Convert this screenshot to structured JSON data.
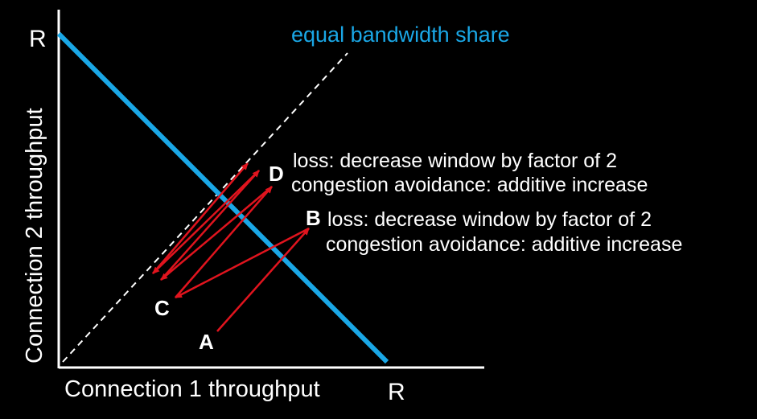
{
  "axes": {
    "x_label": "Connection 1 throughput",
    "y_label": "Connection 2 throughput",
    "x_max_label": "R",
    "y_max_label": "R"
  },
  "equal_share_label": "equal bandwidth share",
  "points": {
    "A": "A",
    "B": "B",
    "C": "C",
    "D": "D"
  },
  "annotations": {
    "d_loss": "loss: decrease window by factor of 2",
    "d_ca": "congestion avoidance: additive increase",
    "b_loss": "loss: decrease window by factor of 2",
    "b_ca": "congestion avoidance: additive increase"
  },
  "colors": {
    "background": "#000000",
    "axis": "#ffffff",
    "capacity_line": "#1aa7e6",
    "fairness_line": "#ffffff",
    "trajectory": "#e0141e",
    "text": "#ffffff",
    "share_text": "#1aa7e6"
  }
}
